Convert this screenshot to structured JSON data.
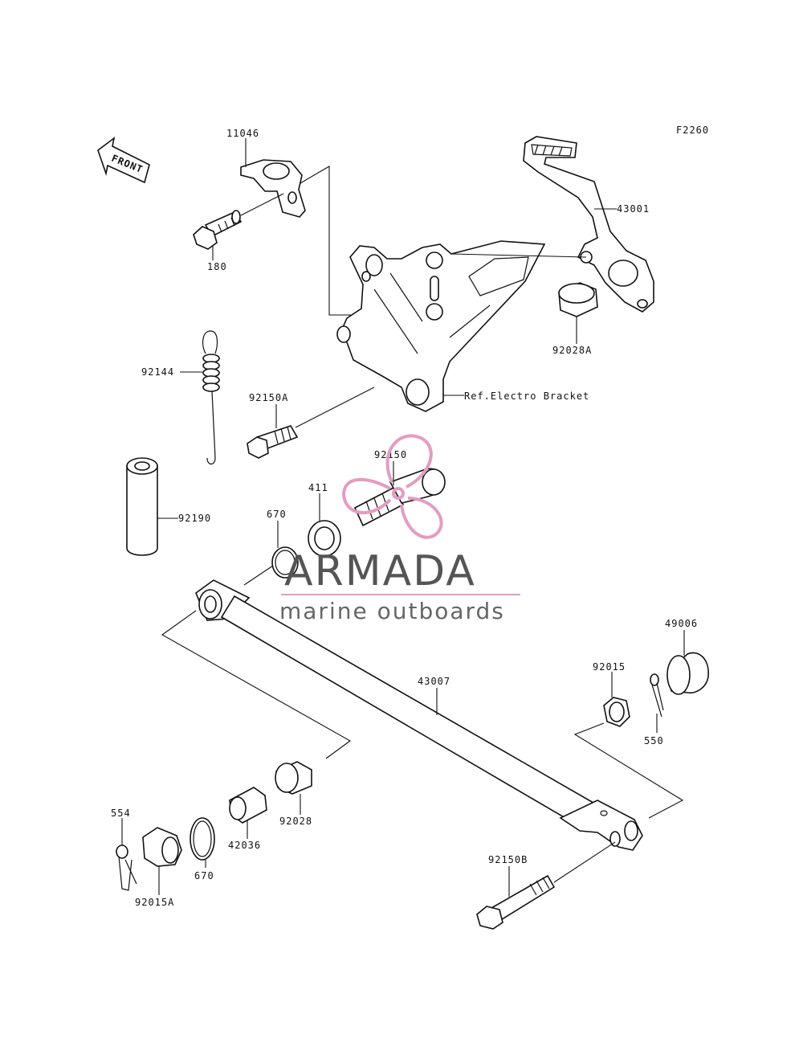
{
  "figure_code": "F2260",
  "front_label": "FRONT",
  "ref_label": "Ref.Electro Bracket",
  "watermark": {
    "title": "ARMADA",
    "subtitle": "marine outboards",
    "accent_color": "#e49cc0",
    "line_color": "#e49cc0"
  },
  "parts": {
    "p11046": "11046",
    "p180": "180",
    "p43001": "43001",
    "p92028A": "92028A",
    "p92144": "92144",
    "p92150A": "92150A",
    "p92150": "92150",
    "p411": "411",
    "p670_top": "670",
    "p92190": "92190",
    "p49006": "49006",
    "p92015": "92015",
    "p550": "550",
    "p43007": "43007",
    "p554": "554",
    "p92015A": "92015A",
    "p670_bottom": "670",
    "p42036": "42036",
    "p92028": "92028",
    "p92150B": "92150B"
  }
}
